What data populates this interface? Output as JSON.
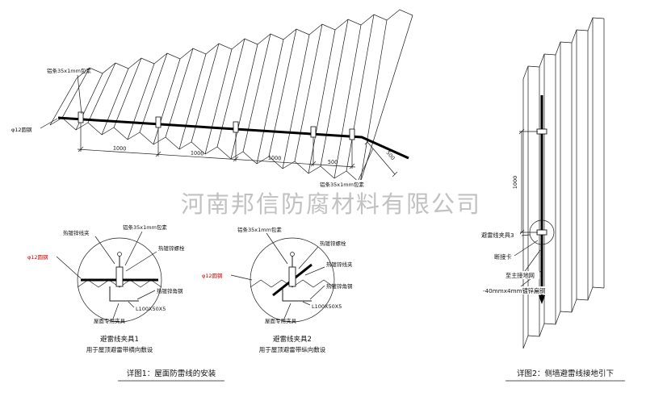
{
  "watermark": "河南邦信防腐材料有限公司",
  "colors": {
    "line": "#1a1a1a",
    "red": "#d40000",
    "watermark": "#8f8f8f"
  },
  "figure1": {
    "caption": "详图1：屋面防雷线的安装",
    "roof": {
      "label_strip_top": "铝条35x1mm包素",
      "label_strip_right": "铝条35x1mm包素",
      "label_round_steel": "φ12圆钢",
      "dims": {
        "seg1": "1000",
        "seg2": "1000",
        "seg3": "1000",
        "seg4": "500",
        "side": "500"
      }
    },
    "detail1": {
      "title": "避雷线夹具1",
      "subtitle": "用于屋顶避雷带横向敷设",
      "labels": {
        "wire_clip": "热镀锌线夹",
        "strip": "铝条35x1mm包素",
        "bolt": "热镀锌螺栓",
        "round_steel": "φ12圆钢",
        "angle_steel": "热镀锌角钢",
        "angle_size": "L100X50X5",
        "roof_clamp": "屋面专用夹具"
      }
    },
    "detail2": {
      "title": "避雷线夹具2",
      "subtitle": "用于屋顶避雷带纵向敷设",
      "labels": {
        "wire_clip": "热镀锌线夹",
        "strip": "铝条35x1mm包素",
        "bolt": "热镀锌螺栓",
        "round_steel": "φ12圆钢",
        "angle_steel": "热镀锌角钢",
        "angle_size": "L100X50X5",
        "roof_clamp": "屋面专用夹具"
      }
    }
  },
  "figure2": {
    "caption": "详图2：侧墙避雷线接地引下",
    "dim": "1000",
    "labels": {
      "clamp3": "避雷线夹具3",
      "disconnect": "断接卡",
      "to_ground": "至主接地网",
      "flat_steel": "-40mmx4mm镀锌扁钢"
    }
  }
}
